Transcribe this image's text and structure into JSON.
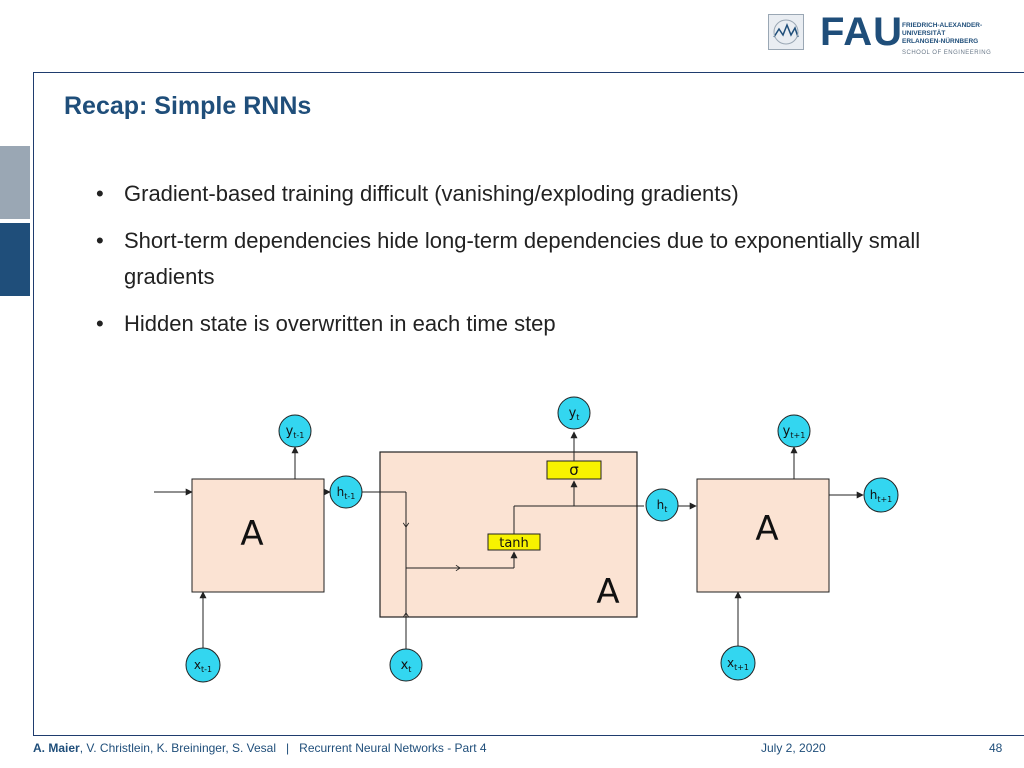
{
  "header": {
    "logo_text": "FAU",
    "university_lines": [
      "FRIEDRICH-ALEXANDER-",
      "UNIVERSITÄT",
      "ERLANGEN-NÜRNBERG"
    ],
    "school": "SCHOOL OF ENGINEERING"
  },
  "slide": {
    "title": "Recap: Simple RNNs",
    "bullets": [
      "Gradient-based training difficult (vanishing/exploding gradients)",
      "Short-term dependencies hide long-term dependencies due to exponentially small gradients",
      "Hidden state is overwritten in each time step"
    ]
  },
  "diagram": {
    "cell_label": "A",
    "sigma": "σ",
    "tanh": "tanh",
    "y_prev": {
      "base": "y",
      "sub": "t-1"
    },
    "y_cur": {
      "base": "y",
      "sub": "t"
    },
    "y_next": {
      "base": "y",
      "sub": "t+1"
    },
    "h_prev": {
      "base": "h",
      "sub": "t-1"
    },
    "h_cur": {
      "base": "h",
      "sub": "t"
    },
    "h_next": {
      "base": "h",
      "sub": "t+1"
    },
    "x_prev": {
      "base": "x",
      "sub": "t-1"
    },
    "x_cur": {
      "base": "x",
      "sub": "t"
    },
    "x_next": {
      "base": "x",
      "sub": "t+1"
    }
  },
  "footer": {
    "lead_author": "A. Maier",
    "coauthors": ", V. Christlein, K. Breininger, S. Vesal",
    "separator": "|",
    "lecture": "Recurrent Neural Networks - Part 4",
    "date": "July 2, 2020",
    "page": "48"
  },
  "colors": {
    "brand_blue": "#1f4e7a",
    "cell_fill": "#fbe3d3",
    "node_fill": "#33d6f0",
    "gate_fill": "#f7f200"
  }
}
